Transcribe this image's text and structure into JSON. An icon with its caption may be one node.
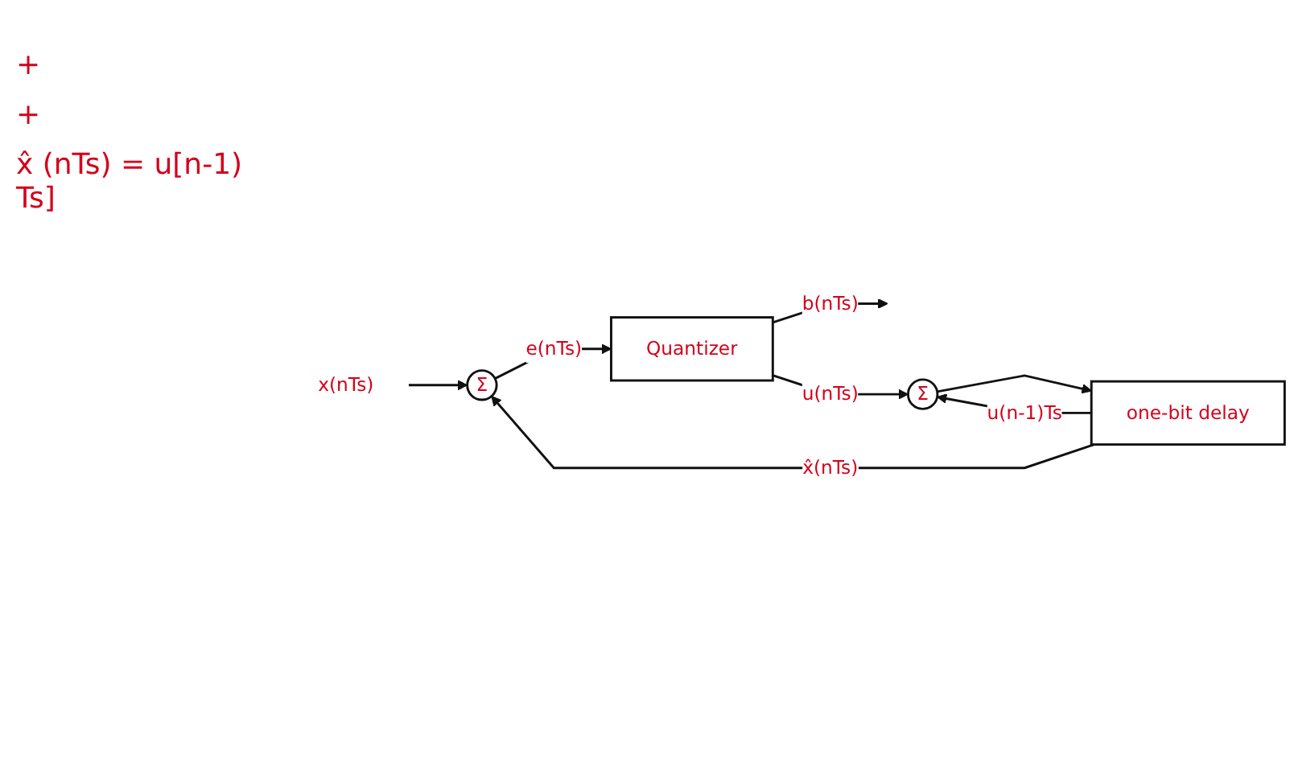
{
  "diagram": {
    "nodes": [
      {
        "text": [
          "x(nTs)"
        ]
      },
      {
        "text": [
          "Σ"
        ]
      },
      {
        "text": [
          "Quantizer"
        ]
      },
      {
        "text": [
          "Σ"
        ]
      },
      {
        "text": [
          "one-bit delay"
        ]
      }
    ],
    "edges": [
      {
        "from": 0,
        "to": 1,
        "arrow": "to"
      },
      {
        "from": 1,
        "to": 2,
        "arrow": "to",
        "label": "e(nTs)"
      },
      {
        "from": 2,
        "to": null,
        "arrow": "to",
        "label": "b(nTs)"
      },
      {
        "from": 2,
        "to": 3,
        "arrow": "to",
        "label": "u(nTs)"
      },
      {
        "from": 3,
        "to": 4,
        "arrow": "to"
      },
      {
        "from": 4,
        "to": 1,
        "arrow": "to",
        "label": "x̂(nTs)"
      },
      {
        "from": 4,
        "to": 3,
        "arrow": "to",
        "label": "u(n-1)Ts"
      }
    ],
    "labels": [
      "+",
      "+",
      "x̂ (nTs) = u[n-1) Ts]"
    ]
  }
}
